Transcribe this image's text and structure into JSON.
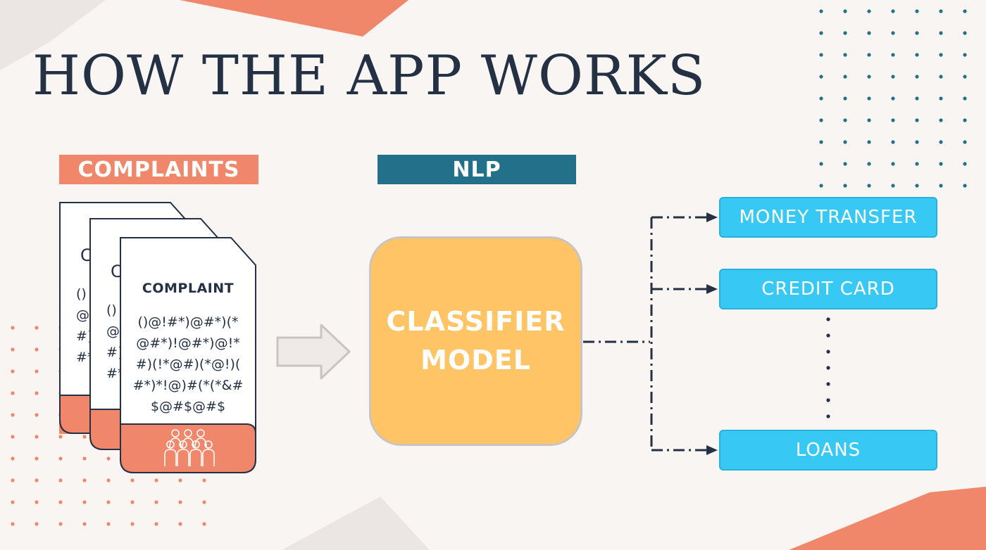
{
  "title": "HOW THE APP WORKS",
  "complaints_label": "COMPLAINTS",
  "nlp_label": "NLP",
  "document": {
    "heading": "COMPLAINT",
    "lines": [
      "()@!#*)@#*)(*",
      "@#*)!@#*)@!*",
      "#)(!*@#)(*@!)(",
      "#*)*!@)#(*(*&#",
      "$@#$@#$"
    ]
  },
  "back_documents": [
    {
      "heading_fragment": "C",
      "lines": [
        "()",
        "@",
        "#}",
        "#*"
      ]
    },
    {
      "heading_fragment": "C",
      "lines": [
        "()",
        "@",
        "#}",
        "#*"
      ]
    }
  ],
  "model": {
    "line1": "CLASSIFIER",
    "line2": "MODEL"
  },
  "categories": [
    "MONEY TRANSFER",
    "CREDIT CARD",
    "LOANS"
  ],
  "colors": {
    "background": "#f8f5f2",
    "title": "#243044",
    "complaints_accent": "#f0876a",
    "nlp_accent": "#23708a",
    "model_fill": "#ffc465",
    "category_fill": "#37c9f4",
    "connector": "#243044"
  },
  "icons": [
    "people-group-icon",
    "right-arrow-icon"
  ]
}
